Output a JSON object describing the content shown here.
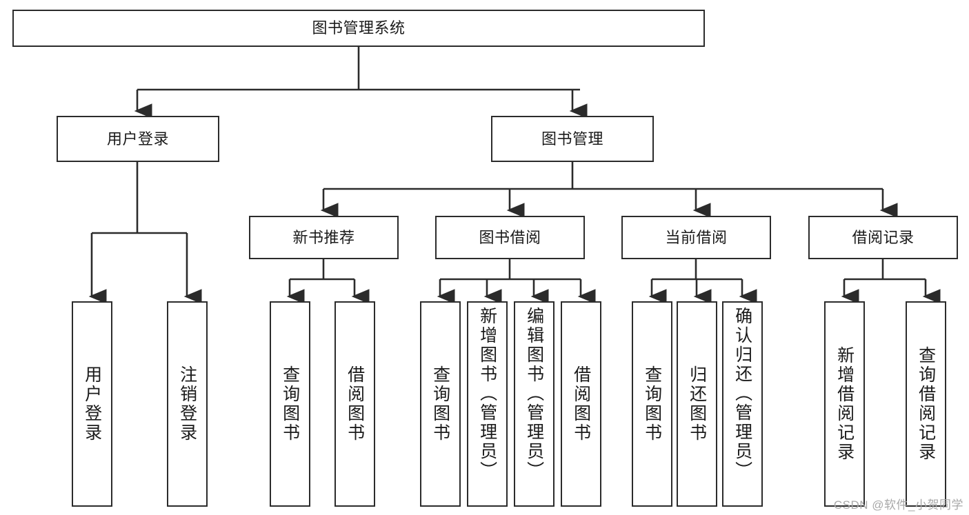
{
  "diagram": {
    "title": "图书管理系统",
    "type": "tree-hierarchy-chart",
    "colors": {
      "background": "#ffffff",
      "box_border": "#2b2b2b",
      "box_fill": "#ffffff",
      "line": "#2b2b2b",
      "text": "#1a1a1a",
      "watermark": "#a8a8a8"
    }
  },
  "root": {
    "label": "图书管理系统"
  },
  "level2": [
    {
      "label": "用户登录"
    },
    {
      "label": "图书管理"
    }
  ],
  "level3": [
    {
      "label": "新书推荐"
    },
    {
      "label": "图书借阅"
    },
    {
      "label": "当前借阅"
    },
    {
      "label": "借阅记录"
    }
  ],
  "leaves": {
    "user_login": [
      {
        "label": "用户登录"
      },
      {
        "label": "注销登录"
      }
    ],
    "new_book_recommend": [
      {
        "label": "查询图书"
      },
      {
        "label": "借阅图书"
      }
    ],
    "book_borrow": [
      {
        "label": "查询图书"
      },
      {
        "label": "新增图书（管理员）"
      },
      {
        "label": "编辑图书（管理员）"
      },
      {
        "label": "借阅图书"
      }
    ],
    "current_borrow": [
      {
        "label": "查询图书"
      },
      {
        "label": "归还图书"
      },
      {
        "label": "确认归还（管理员）"
      }
    ],
    "borrow_record": [
      {
        "label": "新增借阅记录"
      },
      {
        "label": "查询借阅记录"
      }
    ]
  },
  "watermark": {
    "text": "CSDN @软件_小贺同学"
  }
}
